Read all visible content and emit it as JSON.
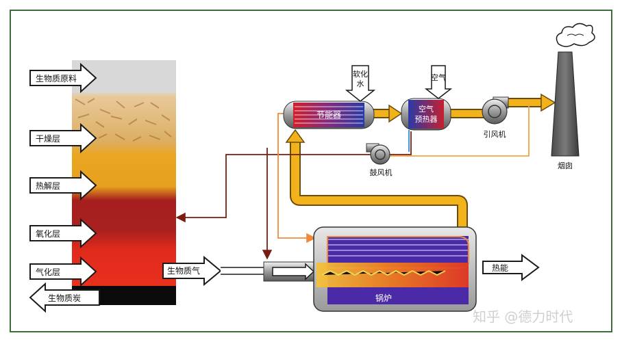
{
  "gasifier": {
    "feed_label": "生物质原料",
    "layers": [
      {
        "label": "干燥层"
      },
      {
        "label": "热解层"
      },
      {
        "label": "氧化层"
      },
      {
        "label": "气化层"
      }
    ],
    "ash_label": "生物质炭"
  },
  "gas_label": "生物质气",
  "economizer": {
    "label": "节能器",
    "input_label": [
      "软化",
      "水"
    ]
  },
  "air_preheater": {
    "label": [
      "空气",
      "预热器"
    ],
    "input_label": "空气"
  },
  "induced_fan": {
    "label": "引风机"
  },
  "blower": {
    "label": "鼓风机"
  },
  "chimney": {
    "label": "烟囱"
  },
  "boiler": {
    "label": "锅炉",
    "output_label": "热能"
  },
  "watermark": "知乎 @德力时代"
}
